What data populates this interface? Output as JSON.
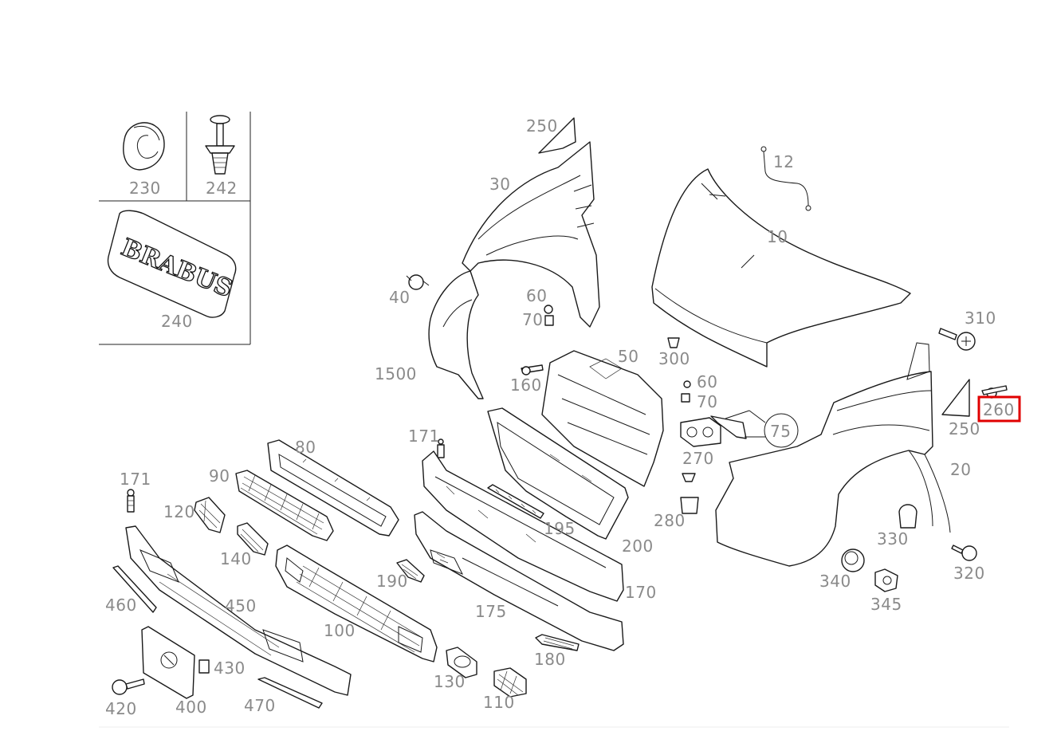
{
  "inset": {
    "labels": {
      "p230": "230",
      "p242": "242",
      "p240": "240"
    },
    "logo_text": "BRABUS"
  },
  "labels": {
    "p250a": "250",
    "p30": "30",
    "p12": "12",
    "p10": "10",
    "p40": "40",
    "p60a": "60",
    "p70a": "70",
    "p1500": "1500",
    "p50": "50",
    "p300": "300",
    "p160": "160",
    "p60b": "60",
    "p70b": "70",
    "p75": "75",
    "p310": "310",
    "p260": "260",
    "p250b": "250",
    "p171a": "171",
    "p80": "80",
    "p270": "270",
    "p20": "20",
    "p171b": "171",
    "p90": "90",
    "p120": "120",
    "p195": "195",
    "p280": "280",
    "p330": "330",
    "p200": "200",
    "p140": "140",
    "p450": "450",
    "p190": "190",
    "p170": "170",
    "p320": "320",
    "p340": "340",
    "p460": "460",
    "p345": "345",
    "p175": "175",
    "p100": "100",
    "p180": "180",
    "p430": "430",
    "p130": "130",
    "p420": "420",
    "p400": "400",
    "p470": "470",
    "p110": "110"
  },
  "highlight": {
    "color": "#e00000",
    "target_label": "260"
  }
}
